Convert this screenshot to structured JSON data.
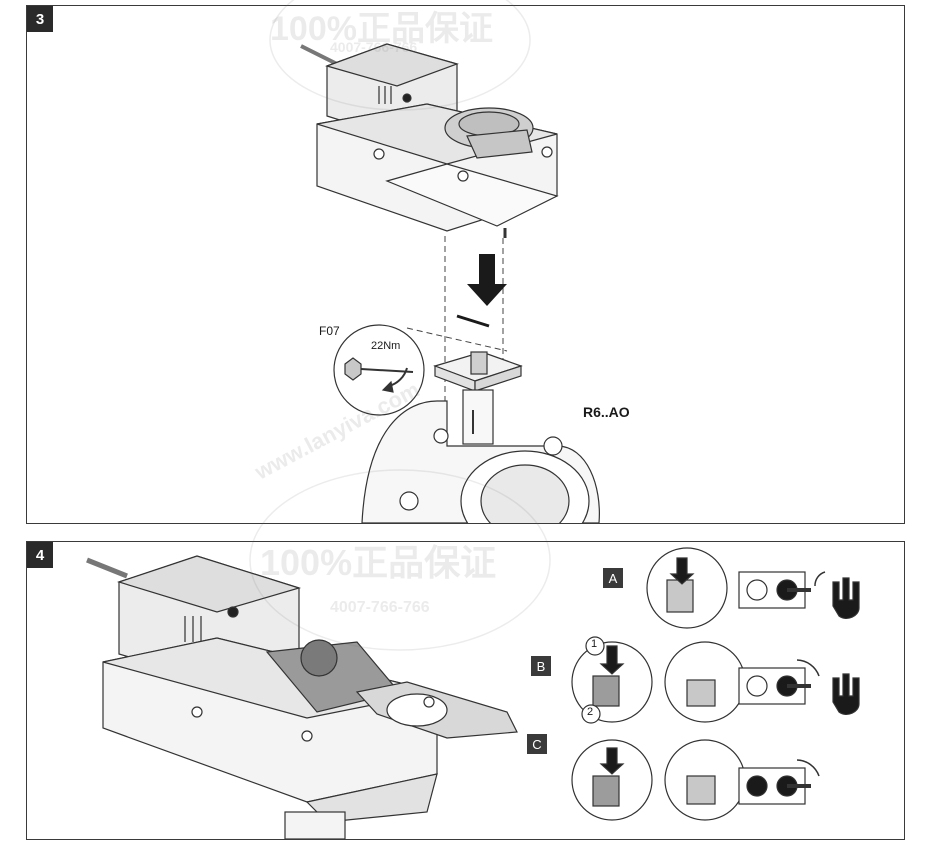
{
  "panel_3": {
    "step_number": "3",
    "flange_label": "F07",
    "torque_label": "22Nm",
    "model_label": "R6..AO"
  },
  "panel_4": {
    "step_number": "4",
    "option_a": "A",
    "option_b": "B",
    "option_c": "C",
    "callout_1": "1",
    "callout_2": "2"
  },
  "watermark": {
    "main_text": "100%正品保证",
    "phone": "4007-766-766",
    "site": "www.lanyiva.com"
  },
  "colors": {
    "panel_border": "#3a3a3a",
    "badge_bg": "#2a2a2a",
    "drawing_gray": "#d9d9d9",
    "drawing_dark": "#6e6e6e"
  }
}
